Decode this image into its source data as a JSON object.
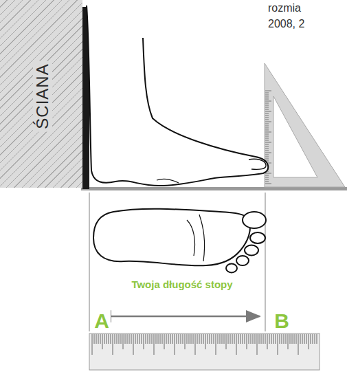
{
  "diagram": {
    "nodes": [
      {
        "text": [
          "ŚCIANA"
        ]
      }
    ],
    "labels": [
      "rozmia",
      "2008, 2",
      "Twoja długość stopy",
      "A",
      "B"
    ]
  }
}
